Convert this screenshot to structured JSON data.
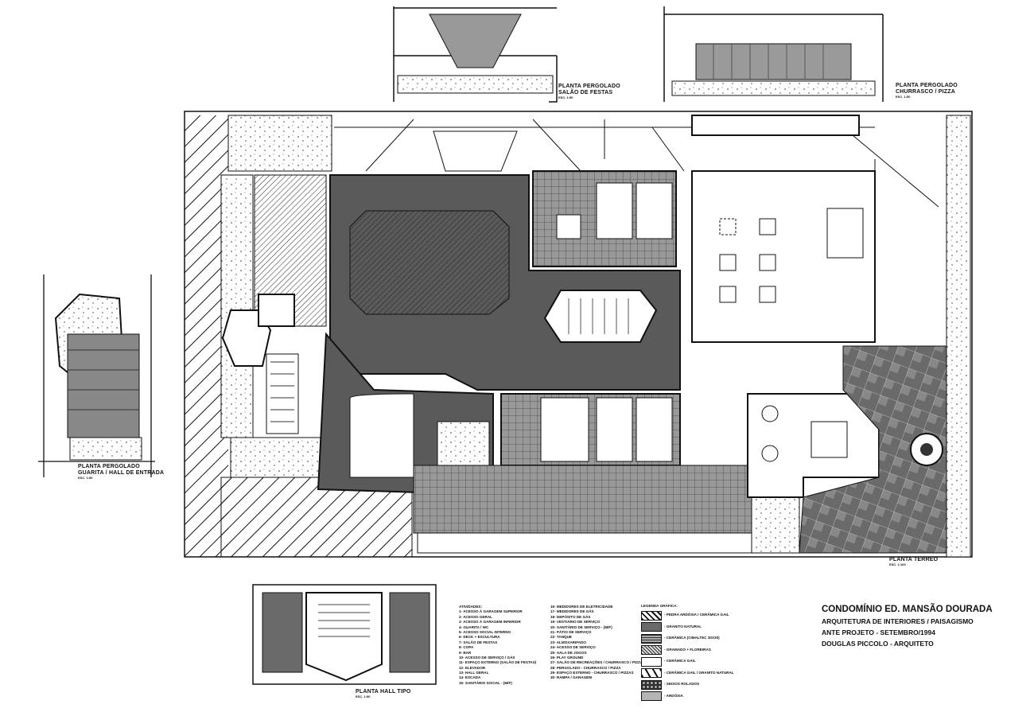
{
  "drawings": {
    "pergolado_festas": {
      "title": "PLANTA PERGOLADO",
      "subtitle": "SALÃO DE FESTAS",
      "scale": "ESC. 1:50"
    },
    "pergolado_churrasco": {
      "title": "PLANTA PERGOLADO",
      "subtitle": "CHURRASCO / PIZZA",
      "scale": "ESC. 1:50"
    },
    "pergolado_guarita": {
      "title": "PLANTA PERGOLADO",
      "subtitle": "GUARITA / HALL DE ENTRADA",
      "scale": "ESC. 1:50"
    },
    "hall_tipo": {
      "title": "PLANTA HALL TIPO",
      "scale": "ESC. 1:50"
    },
    "terreo": {
      "title": "PLANTA TERREO",
      "scale": "ESC. 1:100"
    }
  },
  "activities": {
    "heading": "ATIVIDADES:",
    "items": [
      "1- ACESSO À GARAGEM SUPERIOR",
      "2- ACESSO GERAL",
      "3- ACESSO À GARAGEM INFERIOR",
      "4- GUARITA / WC",
      "5- ACESSO SOCIAL INTERNO",
      "6- DECK + ESCULTURA",
      "7- SALÃO DE FESTAS",
      "8- COPA",
      "9- BAR",
      "10- ACESSO DE SERVIÇO / GÁS",
      "11- ESPAÇO EXTERNO (SALÃO DE FESTAS)",
      "12- ELEVADOR",
      "13- HALL GERAL",
      "14- ESCADA",
      "15- SANITÁRIO SOCIAL - (M/F)",
      "16- MEDIDORES DE ELETRICIDADE",
      "17- MEDIDORES DE GÁS",
      "18- DEPÓSITO DE GÁS",
      "19- VESTIÁRIO DE SERVIÇO",
      "20- SANITÁRIO DE SERVIÇO - (M/F)",
      "21- PÁTIO DE SERVIÇO",
      "22- TANQUE",
      "23- ALMOXARIFADO",
      "24- ACESSO DE SERVIÇO",
      "25- SALA DE JOGOS",
      "26- PLAY GROUND",
      "27- SALÃO DE RECREAÇÕES / CHURRASCO / PIZZA",
      "28- PERGOLADO - CHURRASCO / PIZZA",
      "29- ESPAÇO EXTERNO - CHURRASCO / PIZZAS",
      "30- RAMPA / GARAGEM"
    ]
  },
  "legend": {
    "heading": "LEGENDA GRÁFICA:",
    "items": [
      {
        "label": "- PEDRA ARDÓSIA / CERÂMICA GAIL",
        "pattern": "hatch"
      },
      {
        "label": "- GRANITO NATURAL",
        "pattern": "dark"
      },
      {
        "label": "- CERÂMICA (CIMALTEC 30X30)",
        "pattern": "grid"
      },
      {
        "label": "- GRAMADO + FLOREIRAS",
        "pattern": "crosshatch"
      },
      {
        "label": "- CERÂMICA GAIL",
        "pattern": "white"
      },
      {
        "label": "- CERÂMICA GAIL / GRANITO NATURAL",
        "pattern": "wide-hatch"
      },
      {
        "label": "- SEIXOS ROLADOS",
        "pattern": "pebbles"
      },
      {
        "label": "- ARDÓSIA",
        "pattern": "light"
      }
    ]
  },
  "title_block": {
    "project": "CONDOMÍNIO ED. MANSÃO DOURADA",
    "scope": "ARQUITETURA DE INTERIORES / PAISAGISMO",
    "phase": "ANTE PROJETO - SETEMBRO/1994",
    "author": "DOUGLAS PICCOLO - ARQUITETO"
  },
  "colors": {
    "ink": "#111111",
    "dark_fill": "#555555",
    "mid_fill": "#8a8a8a",
    "light_fill": "#c8c8c8"
  }
}
